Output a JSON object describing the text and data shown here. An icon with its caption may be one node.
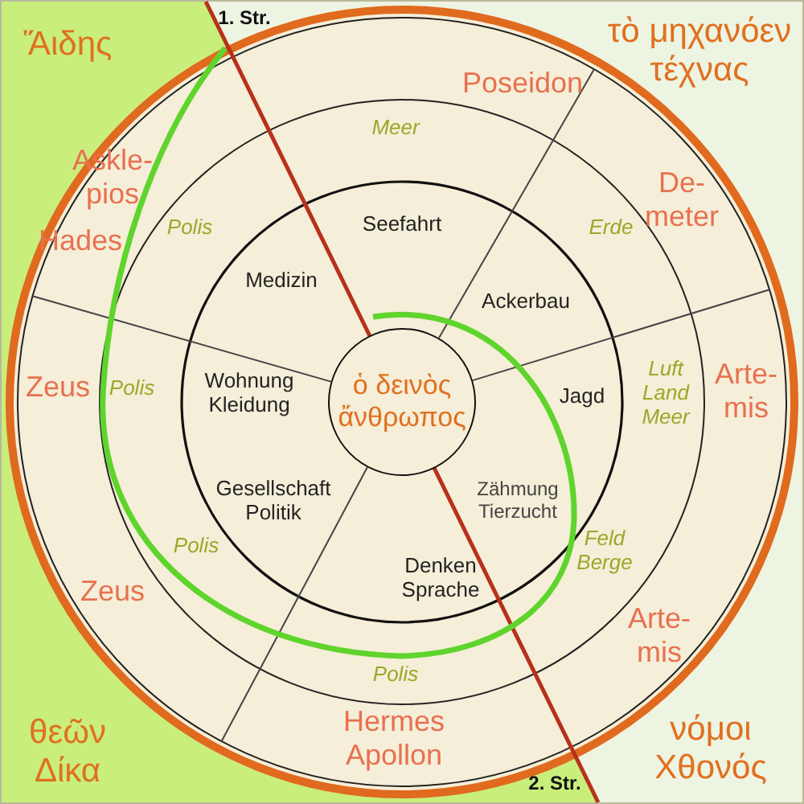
{
  "diagram": {
    "nodes": [
      {
        "text": [
          "ὁ δεινὸς ἄνθρωπος"
        ]
      }
    ],
    "labels": [
      "1. Str.",
      "Ἅιδης",
      "Poseidon",
      "τὸ μηχανόεν τέχνας",
      "Meer",
      "Askle- pios",
      "De- meter",
      "Hades",
      "Polis",
      "Seefahrt",
      "Erde",
      "Medizin",
      "Ackerbau",
      "Zeus",
      "Polis",
      "Wohnung Kleidung",
      "Jagd",
      "Luft Land Meer",
      "Arte- mis",
      "Gesellschaft Politik",
      "Zähmung Tierzucht",
      "Polis",
      "Denken Sprache",
      "Zeus",
      "Feld Berge",
      "Arte- mis",
      "Polis",
      "θεῶν Δίκα",
      "Hermes Apollon",
      "νόμοι Χθονός",
      "2. Str."
    ]
  }
}
